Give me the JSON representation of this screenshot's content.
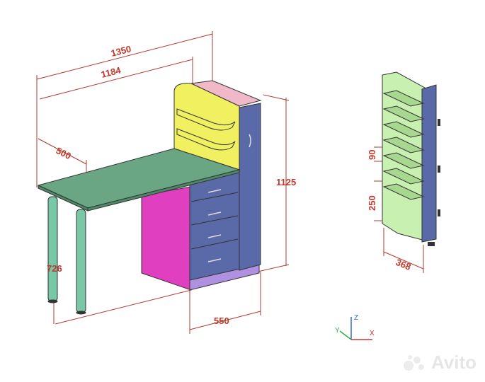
{
  "dimensions": {
    "overall_width": "1350",
    "top_width": "1184",
    "top_depth": "500",
    "height_total": "1125",
    "table_height": "726",
    "cabinet_depth": "550",
    "shelf_spacing": "90",
    "lower_section": "250",
    "shelf_width": "368"
  },
  "axes": {
    "x": "X",
    "y": "Y",
    "z": "Z"
  },
  "watermark": {
    "text": "Avito"
  },
  "colors": {
    "tabletop": "#6aa584",
    "legs": "#78c8a8",
    "cabinet_side": "#e040c0",
    "drawers": "#5a6aa8",
    "shelves": "#f0f060",
    "side_panel": "#f0b8c8",
    "pedestal": "#b090e0",
    "rack": "#c8f0b0",
    "dimension": "#c0392b"
  }
}
